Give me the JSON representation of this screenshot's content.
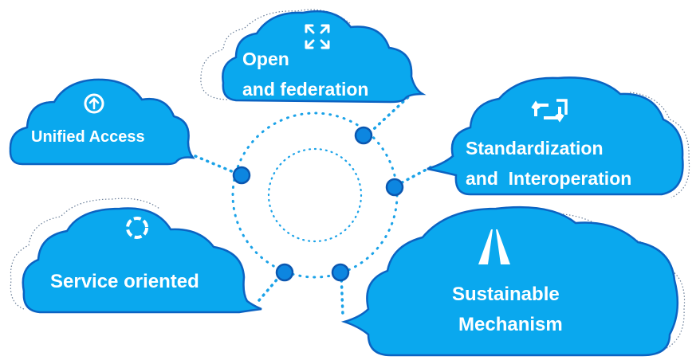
{
  "colors": {
    "cloud_fill": "#0aa8ee",
    "cloud_stroke": "#0b63c2",
    "connector": "#1aa2e8",
    "node_fill": "#0d86e0",
    "node_stroke": "#0b57b0",
    "shadow": "#6b7f99",
    "text": "#ffffff"
  },
  "clouds": [
    {
      "id": "unified-access",
      "lines": [
        "Unified Access"
      ],
      "icon": "up-arrow-circle-icon"
    },
    {
      "id": "open-federation",
      "lines": [
        "Open",
        "and federation"
      ],
      "icon": "expand-arrows-icon"
    },
    {
      "id": "standardization",
      "lines": [
        "Standardization",
        "and  Interoperation"
      ],
      "icon": "swap-arrows-icon"
    },
    {
      "id": "service-oriented",
      "lines": [
        "Service oriented"
      ],
      "icon": "loop-circle-icon"
    },
    {
      "id": "sustainable",
      "lines": [
        "Sustainable",
        "Mechanism"
      ],
      "icon": "road-icon"
    }
  ]
}
